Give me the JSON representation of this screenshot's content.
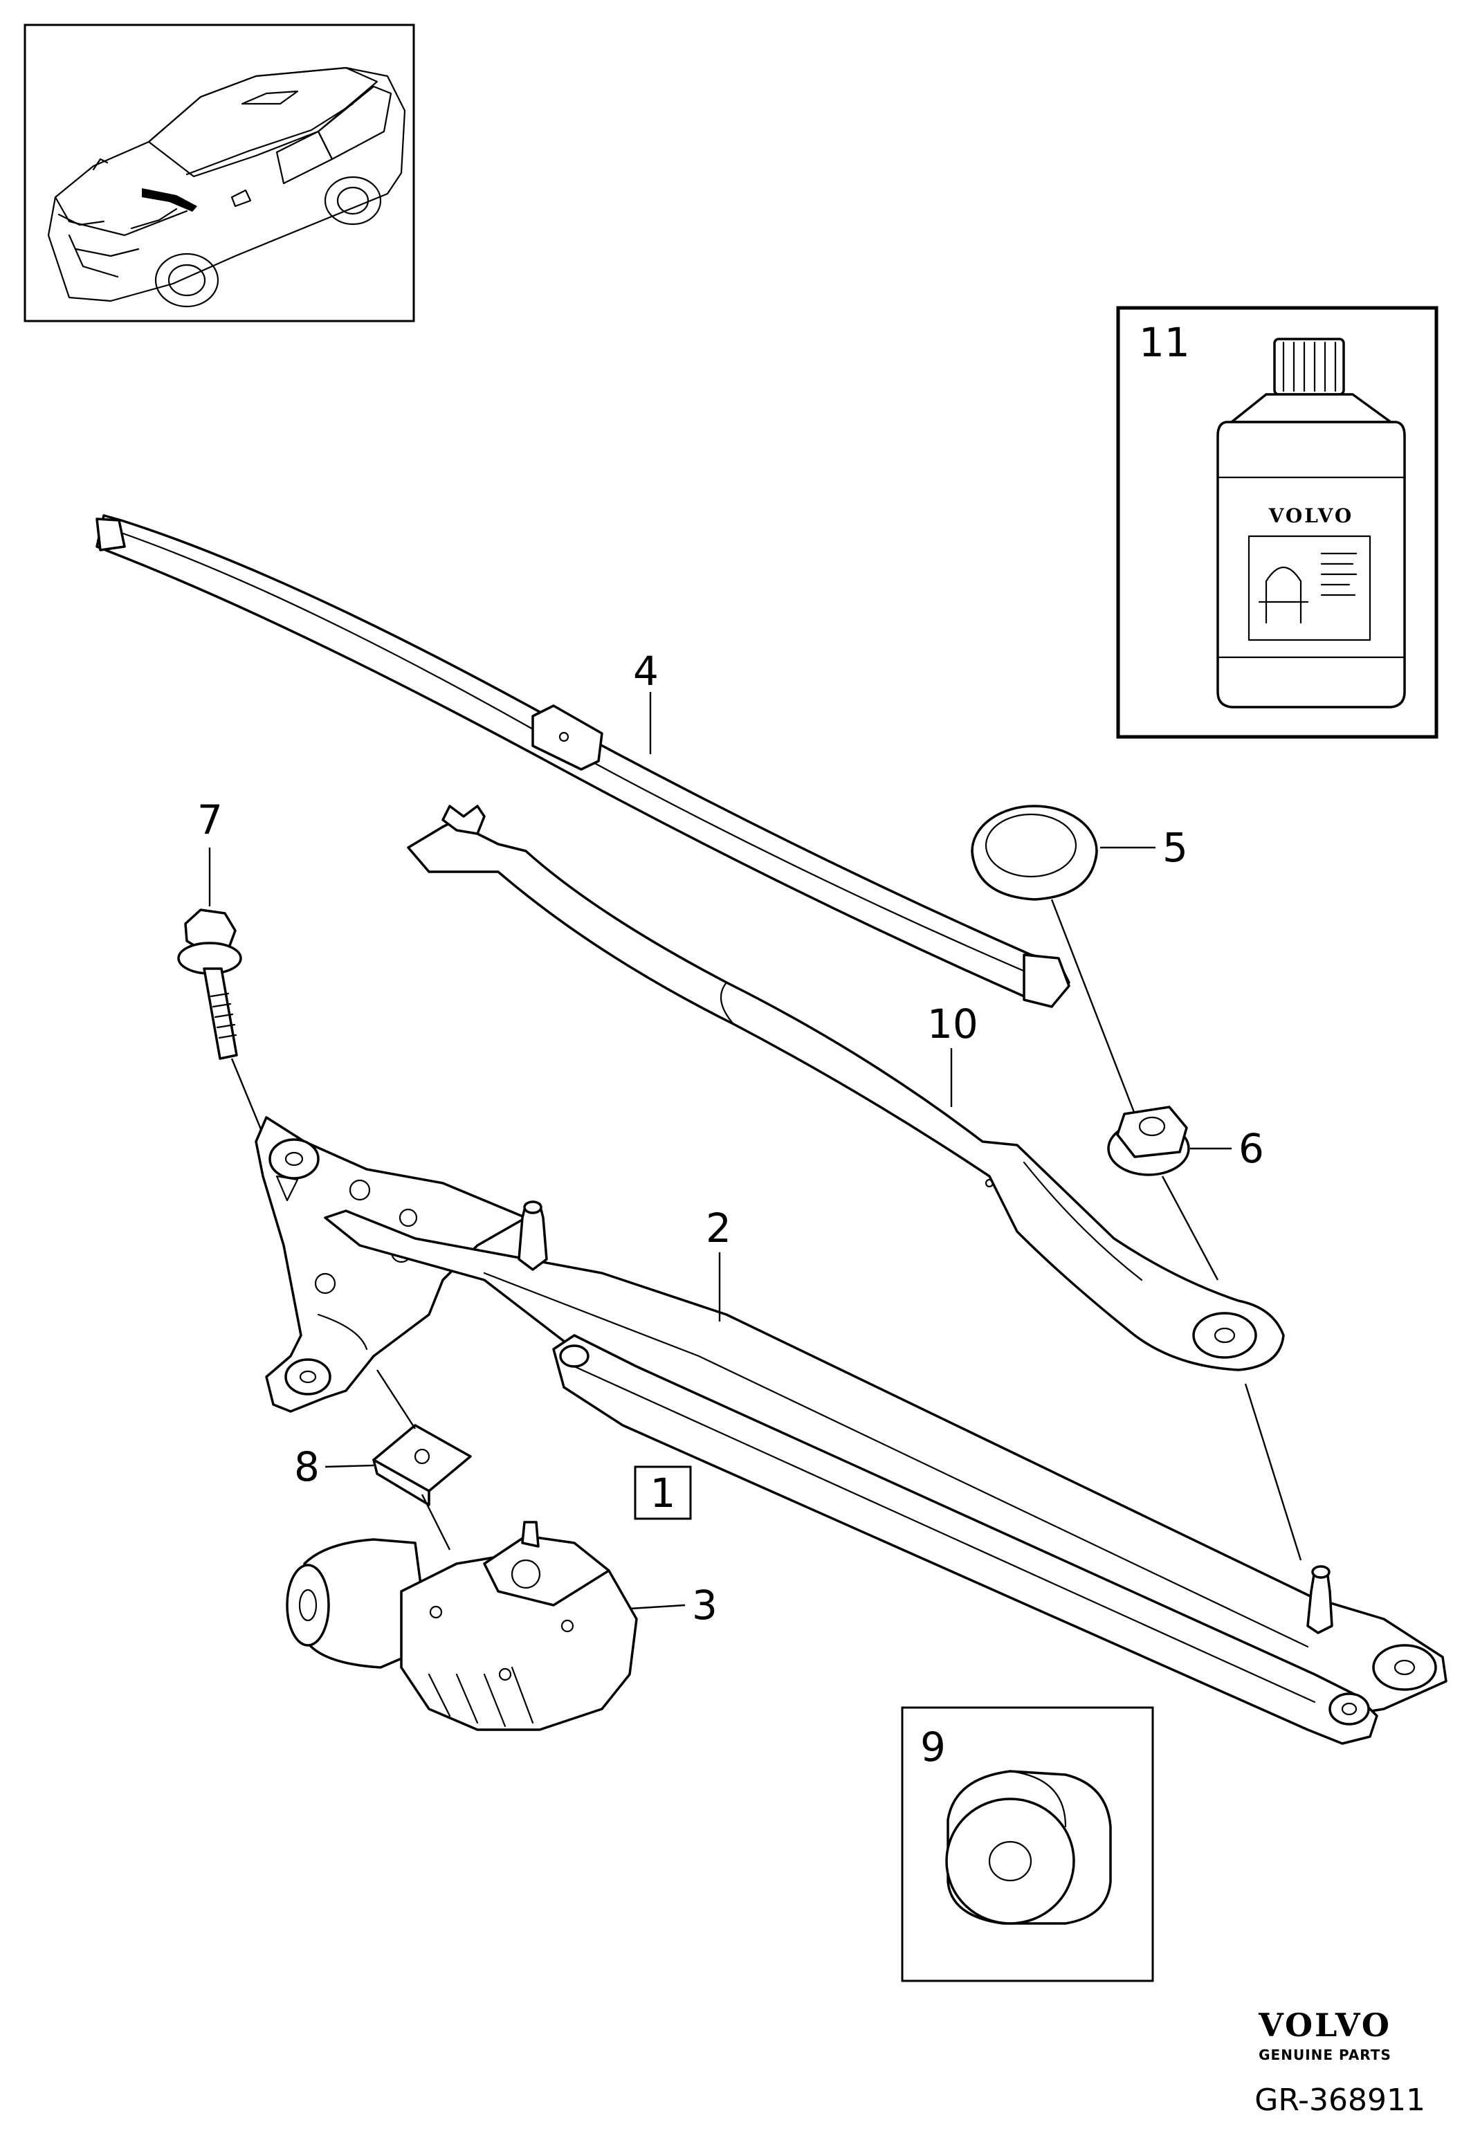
{
  "diagram": {
    "callouts": {
      "assembly": "1",
      "linkage": "2",
      "motor": "3",
      "blade": "4",
      "cap": "5",
      "nut": "6",
      "bolt": "7",
      "clip": "8",
      "bushing": "9",
      "arm": "10",
      "fluid": "11"
    },
    "bottle_brand": "VOLVO"
  },
  "footer": {
    "logo": "VOLVO",
    "tagline": "GENUINE PARTS",
    "reference": "GR-368911"
  }
}
